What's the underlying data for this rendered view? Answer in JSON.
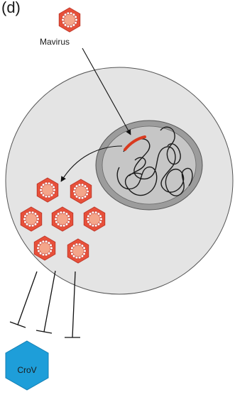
{
  "panel_label": "(d)",
  "labels": {
    "mavirus": "Mavirus",
    "crov": "CroV"
  },
  "colors": {
    "virion_fill": "#e8503a",
    "virion_stroke": "#c0392b",
    "virion_core": "#f4a58a",
    "cell_fill": "#e4e4e4",
    "nucleus_fill": "#9c9c9c",
    "nucleus_inner": "#c6c6c6",
    "integrated_segment": "#d93a1f",
    "crov_fill": "#1e9ed9"
  },
  "icons": {
    "virion": "hexagon-virion-icon",
    "crov": "hexagon-crov-icon"
  }
}
